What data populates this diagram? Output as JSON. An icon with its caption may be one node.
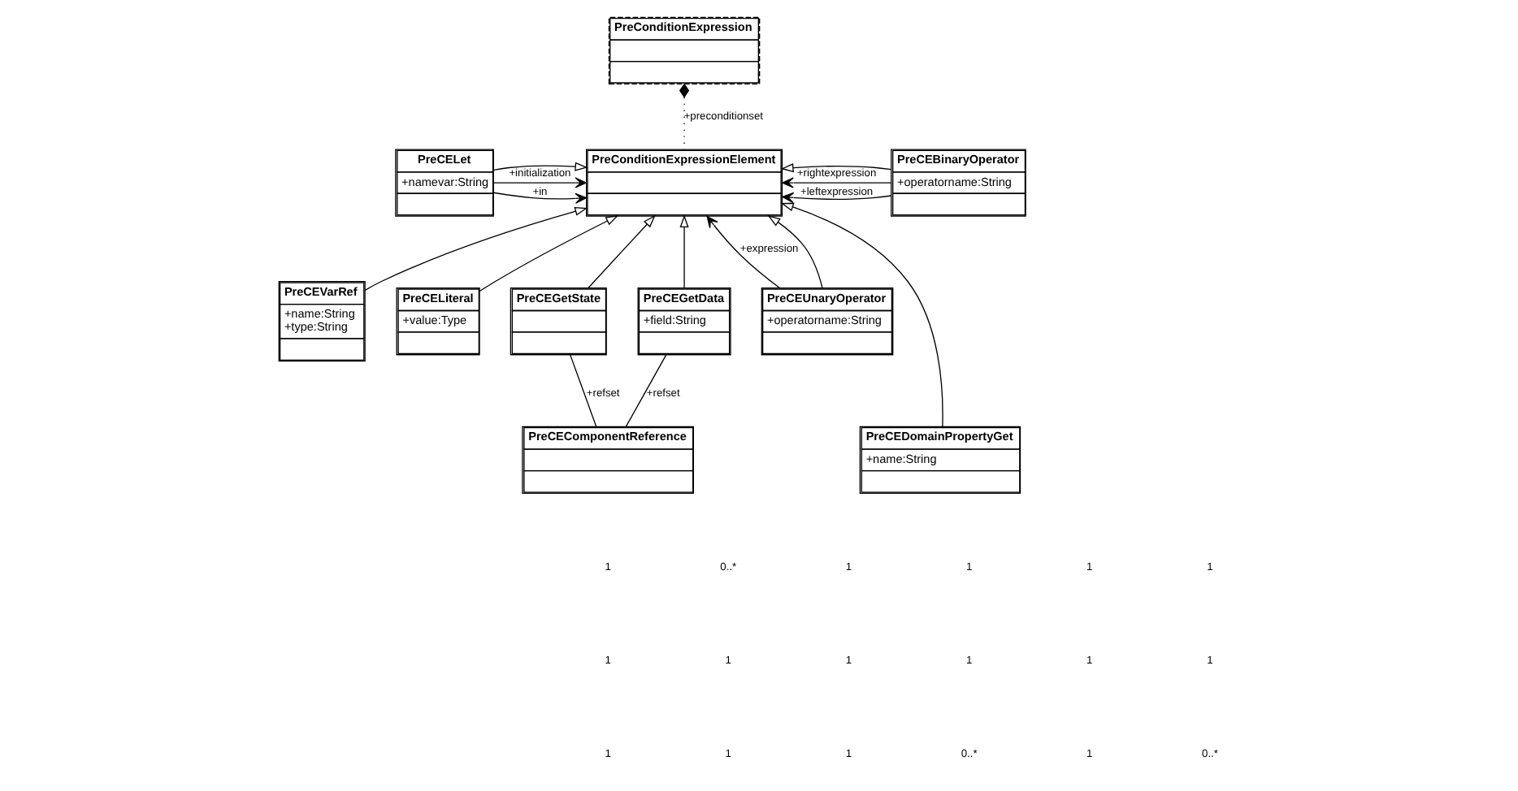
{
  "diagram": {
    "nodes": [
      {
        "text": [
          "PreConditionExpression"
        ]
      },
      {
        "text": [
          "PreCELet",
          "+namevar:String"
        ]
      },
      {
        "text": [
          "PreConditionExpressionElement"
        ]
      },
      {
        "text": [
          "PreCEBinaryOperator",
          "+operatorname:String"
        ]
      },
      {
        "text": [
          "PreCEVarRef",
          "+name:String",
          "+type:String"
        ]
      },
      {
        "text": [
          "PreCELiteral",
          "+value:Type"
        ]
      },
      {
        "text": [
          "PreCEGetState"
        ]
      },
      {
        "text": [
          "PreCEGetData",
          "+field:String"
        ]
      },
      {
        "text": [
          "PreCEUnaryOperator",
          "+operatorname:String"
        ]
      },
      {
        "text": [
          "PreCEDomainPropertyGet",
          "+name:String"
        ]
      },
      {
        "text": [
          "PreCEComponentReference"
        ]
      }
    ],
    "edges": [
      {
        "from": 0,
        "to": 2,
        "arrow": "other",
        "label": "+preconditionset",
        "style": "dashed"
      },
      {
        "from": 1,
        "to": 2,
        "arrow": "to",
        "label": "+initialization"
      },
      {
        "from": 1,
        "to": 2,
        "arrow": "to"
      },
      {
        "from": 1,
        "to": 2,
        "arrow": "to",
        "label": "+in"
      },
      {
        "from": 3,
        "to": 2,
        "arrow": "to",
        "label": "+rightexpression"
      },
      {
        "from": 3,
        "to": 2,
        "arrow": "to"
      },
      {
        "from": 3,
        "to": 2,
        "arrow": "to",
        "label": "+leftexpression"
      },
      {
        "from": 8,
        "to": 2,
        "arrow": "to",
        "label": "+expression"
      },
      {
        "from": 4,
        "to": 2,
        "arrow": "to"
      },
      {
        "from": 5,
        "to": 2,
        "arrow": "to"
      },
      {
        "from": 6,
        "to": 2,
        "arrow": "to"
      },
      {
        "from": 7,
        "to": 2,
        "arrow": "to"
      },
      {
        "from": 8,
        "to": 2,
        "arrow": "to"
      },
      {
        "from": 9,
        "to": 2,
        "arrow": "to"
      },
      {
        "from": 6,
        "to": 10,
        "arrow": "none",
        "label": "+refset"
      },
      {
        "from": 7,
        "to": 10,
        "arrow": "none",
        "label": "+refset"
      }
    ],
    "labels": [
      "1",
      "0..*",
      "1",
      "1",
      "1",
      "1",
      "1",
      "1",
      "1",
      "1",
      "1",
      "1",
      "1",
      "1",
      "1",
      "0..*",
      "1",
      "0..*"
    ]
  }
}
